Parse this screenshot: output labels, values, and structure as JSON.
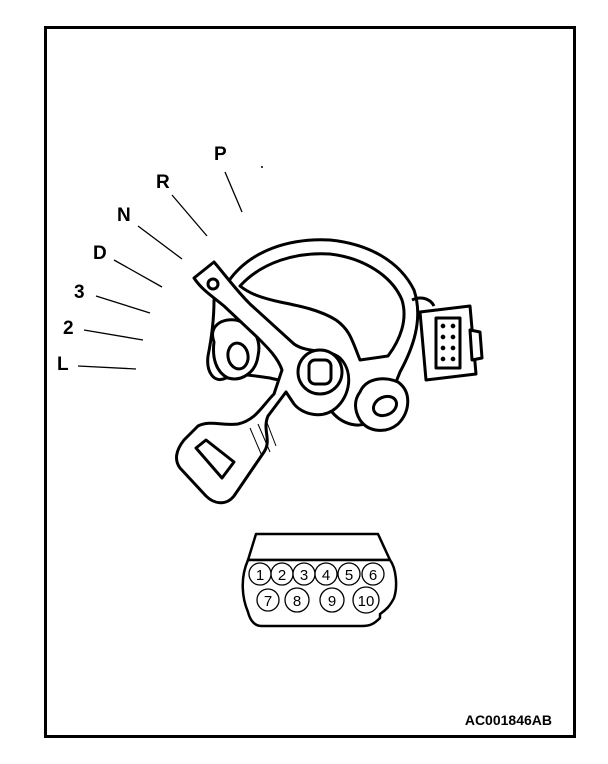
{
  "positions": [
    "P",
    "R",
    "N",
    "D",
    "3",
    "2",
    "L"
  ],
  "connector_pins": {
    "top_row": [
      "1",
      "2",
      "3",
      "4",
      "5",
      "6"
    ],
    "bottom_row": [
      "7",
      "8",
      "9",
      "10"
    ]
  },
  "figure_code": "AC001846AB"
}
